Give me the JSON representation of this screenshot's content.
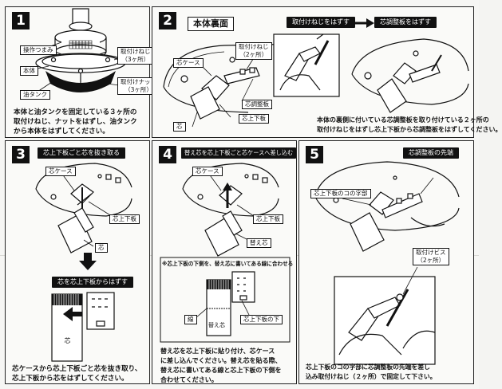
{
  "steps": [
    {
      "number": "1",
      "labels": {
        "knob": "操作つまみ",
        "body": "本体",
        "tank": "油タンク",
        "screw": "取付けねじ\n（3ヶ所）",
        "nut": "取付けナット\n（3ヶ所）"
      },
      "caption": [
        "本体と油タンクを固定している３ヶ所の",
        "取付けねじ、ナットをはずし、油タンク",
        "から本体をはずしてください。"
      ]
    },
    {
      "number": "2",
      "title": "本体裏面",
      "header_left": "取付けねじをはずす",
      "header_right": "芯調整板をはずす",
      "labels": {
        "wick_case": "芯ケース",
        "screw": "取付けねじ\n（2ヶ所）",
        "adjust_plate": "芯調整板",
        "wick_plate": "芯上下板",
        "wick": "芯"
      },
      "caption": [
        "本体の裏側に付いている芯調整板を取り付けている２ヶ所の",
        "取付けねじをはずし芯上下板から芯調整板をはずしてください。"
      ]
    },
    {
      "number": "3",
      "header": "芯上下板ごと芯を抜き取る",
      "sub_header": "芯を芯上下板からはずす",
      "labels": {
        "wick_case": "芯ケース",
        "wick_plate": "芯上下板",
        "wick": "芯",
        "wick_small": "芯"
      },
      "caption": [
        "芯ケースから芯上下板ごと芯を抜き取り、",
        "芯上下板から芯をはずしてください。"
      ]
    },
    {
      "number": "4",
      "header": "替え芯を芯上下板ごと芯ケースへ差し込む",
      "note": "※芯上下板の下側を、替え芯に書いてある線に合わせる",
      "labels": {
        "wick_case": "芯ケース",
        "wick_plate": "芯上下板",
        "new_wick": "替え芯",
        "line": "線",
        "new_wick_small": "替え芯",
        "plate_bottom": "芯上下板の下"
      },
      "caption": [
        "替え芯を芯上下板に貼り付け、芯ケース",
        "に差し込んでください。替え芯を貼る際、",
        "替え芯に書いてある線と芯上下板の下側を",
        "合わせてください。"
      ]
    },
    {
      "number": "5",
      "header": "芯調整板の先端",
      "labels": {
        "u_part": "芯上下板のコの字部",
        "screw": "取付けビス\n（2ヶ所）"
      },
      "caption": [
        "芯上下板のコの字部に芯調整板の先端を差し",
        "込み取付けねじ（２ヶ所）で固定して下さい。"
      ]
    }
  ]
}
